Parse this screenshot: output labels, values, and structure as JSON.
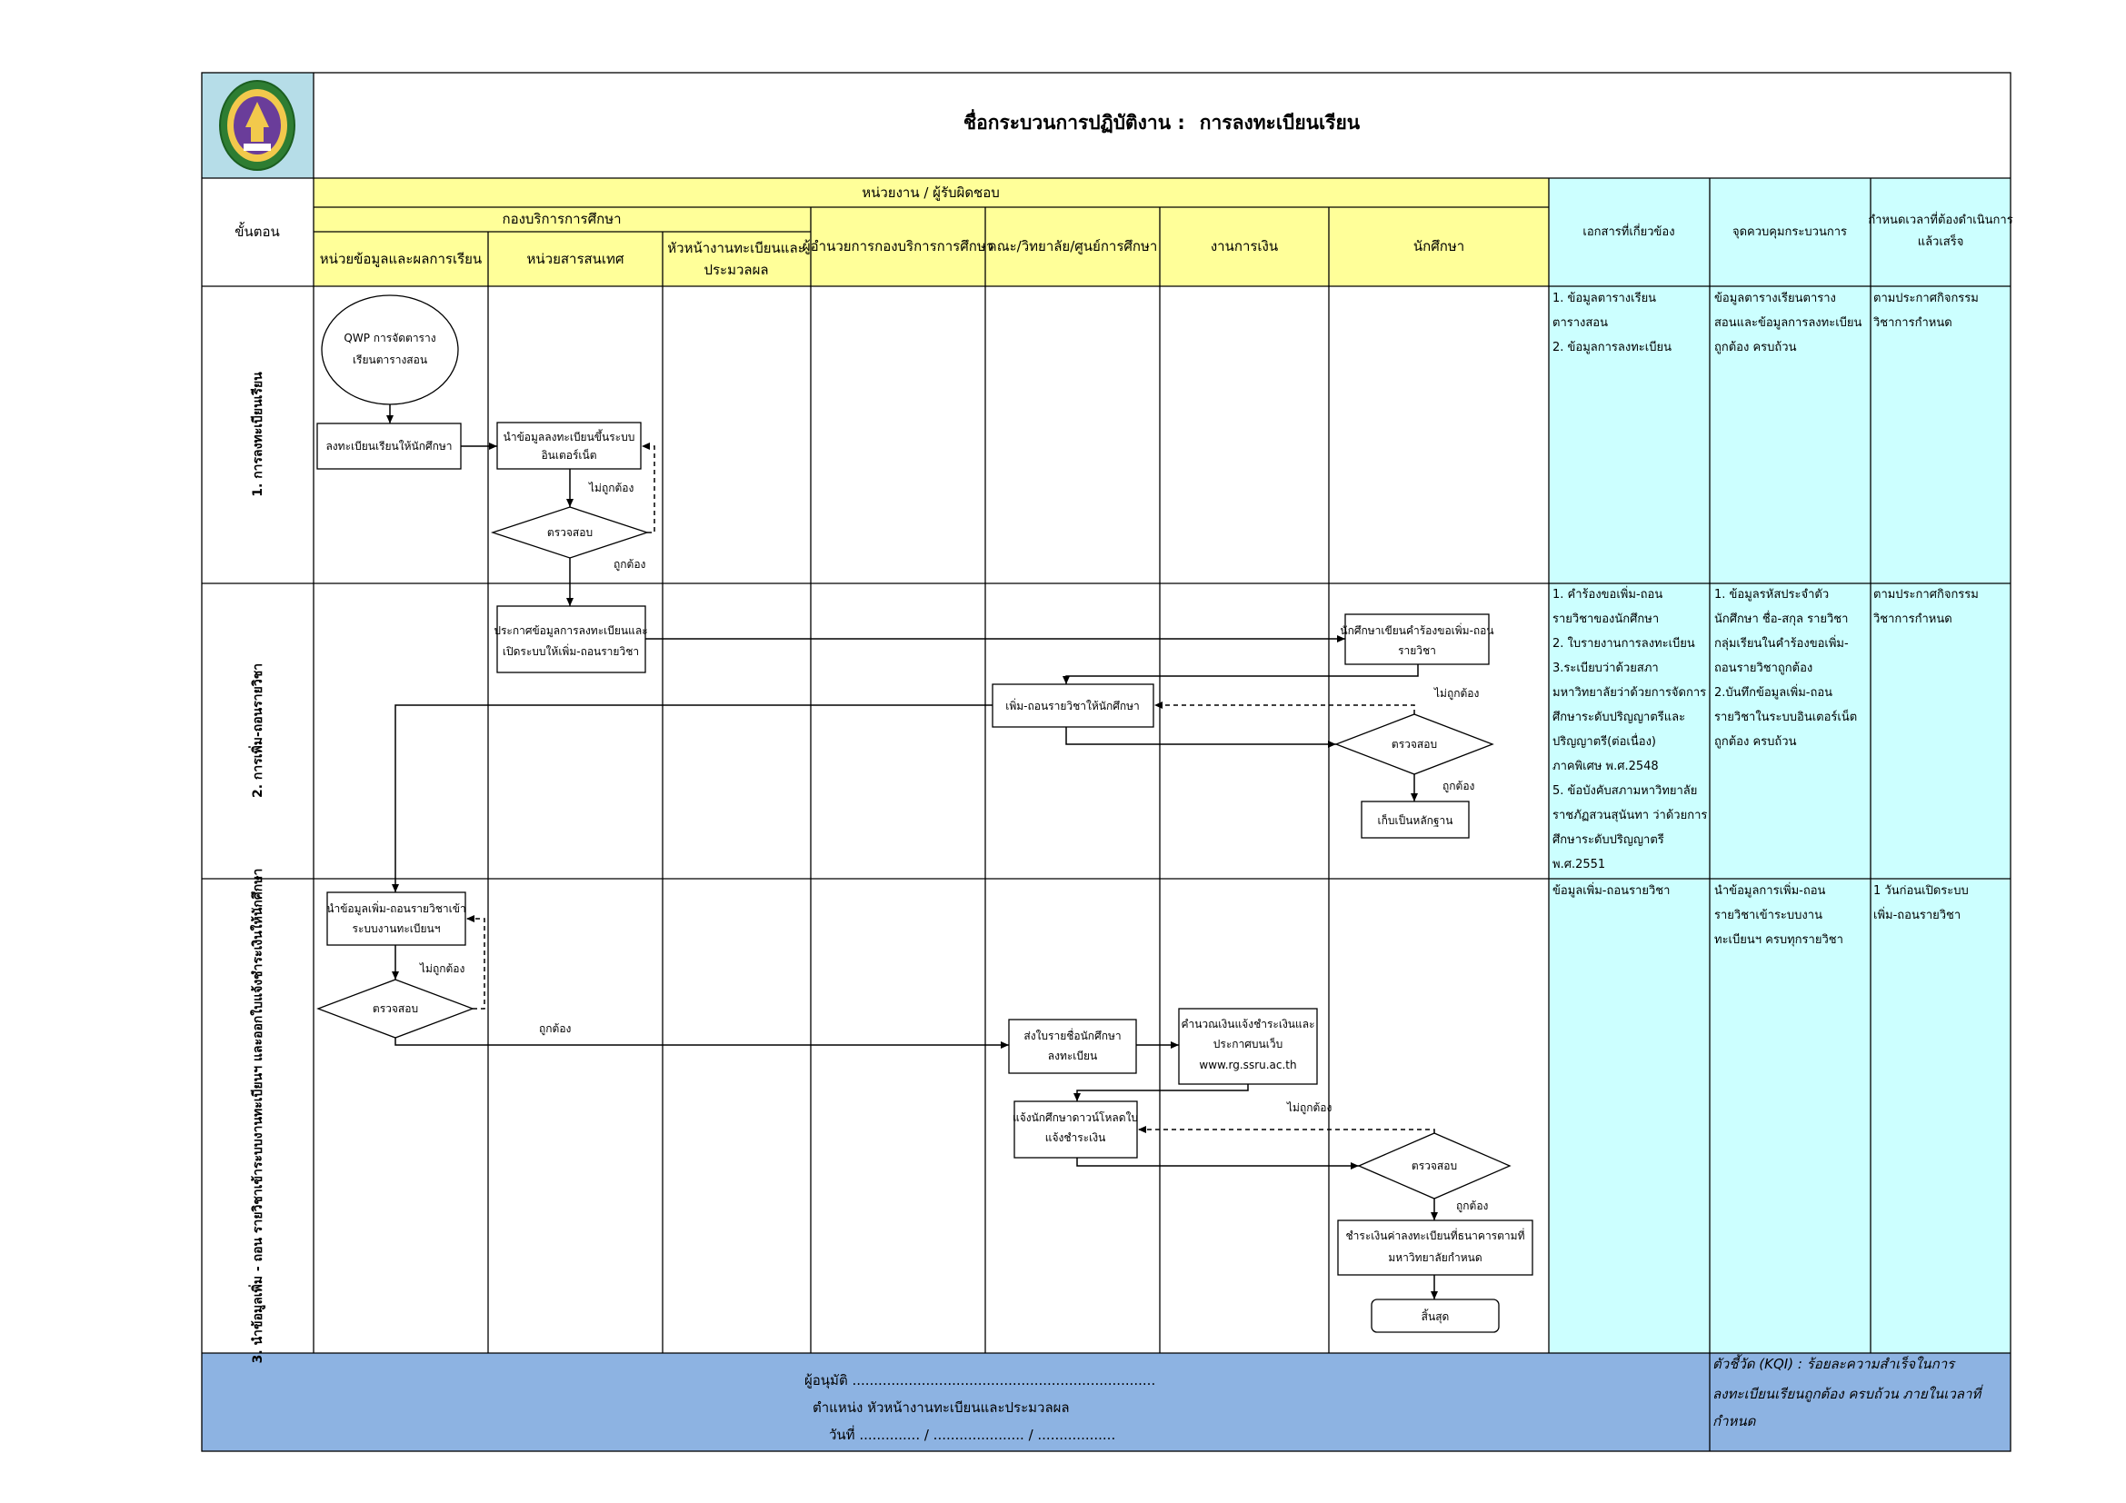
{
  "header": {
    "title_label": "ชื่อกระบวนการปฏิบัติงาน :",
    "title_value": "การลงทะเบียนเรียน",
    "responsible": "หน่วยงาน / ผู้รับผิดชอบ",
    "division": "กองบริการการศึกษา",
    "step_col": "ขั้นตอน",
    "lanes": {
      "academic_records": "หน่วยข้อมูลและผลการเรียน",
      "information": "หน่วยสารสนเทศ",
      "registrar_head": [
        "หัวหน้างานทะเบียนและ",
        "ประมวลผล"
      ],
      "director": "ผู้อำนวยการกองบริการการศึกษา",
      "faculty": "คณะ/วิทยาลัย/ศูนย์การศึกษา",
      "finance": "งานการเงิน",
      "student": "นักศึกษา"
    },
    "documents": "เอกสารที่เกี่ยวข้อง",
    "control": "จุดควบคุมกระบวนการ",
    "deadline": [
      "กำหนดเวลาที่ต้องดำเนินการ",
      "แล้วเสร็จ"
    ]
  },
  "steps": [
    {
      "label": "1. การลงทะเบียนเรียน",
      "documents": [
        "1. ข้อมูลตารางเรียน",
        "ตารางสอน",
        "2. ข้อมูลการลงทะเบียน"
      ],
      "control": [
        "ข้อมูลตารางเรียนตาราง",
        "สอนและข้อมูลการลงทะเบียน",
        "ถูกต้อง ครบถ้วน"
      ],
      "deadline": [
        "ตามประกาศกิจกรรม",
        "วิชาการกำหนด"
      ]
    },
    {
      "label": "2. การเพิ่ม-ถอนรายวิชา",
      "documents": [
        "1. คำร้องขอเพิ่ม-ถอน",
        "รายวิชาของนักศึกษา",
        "2. ใบรายงานการลงทะเบียน",
        "3.ระเบียบว่าด้วยสภา",
        "มหาวิทยาลัยว่าด้วยการจัดการ",
        "ศึกษาระดับปริญญาตรีและ",
        "ปริญญาตรี(ต่อเนื่อง)",
        "ภาคพิเศษ พ.ศ.2548",
        "5. ข้อบังคับสภามหาวิทยาลัย",
        "ราชภัฏสวนสุนันทา ว่าด้วยการ",
        "ศึกษาระดับปริญญาตรี",
        "พ.ศ.2551"
      ],
      "control": [
        "1. ข้อมูลรหัสประจำตัว",
        "นักศึกษา ชื่อ-สกุล รายวิชา",
        "กลุ่มเรียนในคำร้องขอเพิ่ม-",
        "ถอนรายวิชาถูกต้อง",
        "2.บันทึกข้อมูลเพิ่ม-ถอน",
        "รายวิชาในระบบอินเตอร์เน็ต",
        "ถูกต้อง ครบถ้วน"
      ],
      "deadline": [
        "ตามประกาศกิจกรรม",
        "วิชาการกำหนด"
      ]
    },
    {
      "label": "3. นำข้อมูลเพิ่ม - ถอน รายวิชาเข้าระบบงานทะเบียนฯ และออกใบแจ้งชำระเงินให้นักศึกษา",
      "documents": [
        "ข้อมูลเพิ่ม-ถอนรายวิชา"
      ],
      "control": [
        "นำข้อมูลการเพิ่ม-ถอน",
        "รายวิชาเข้าระบบงาน",
        "ทะเบียนฯ ครบทุกรายวิชา"
      ],
      "deadline": [
        "1 วันก่อนเปิดระบบ",
        "เพิ่ม-ถอนรายวิชา"
      ]
    }
  ],
  "flow": {
    "qwp": [
      "QWP การจัดตาราง",
      "เรียนตารางสอน"
    ],
    "register": "ลงทะเบียนเรียนให้นักศึกษา",
    "upload": [
      "นำข้อมูลลงทะเบียนขึ้นระบบ",
      "อินเตอร์เน็ต"
    ],
    "check": "ตรวจสอบ",
    "incorrect": "ไม่ถูกต้อง",
    "correct": "ถูกต้อง",
    "announce": [
      "ประกาศข้อมูลการลงทะเบียนและ",
      "เปิดระบบให้เพิ่ม-ถอนรายวิชา"
    ],
    "student_request": [
      "นักศึกษาเขียนคำร้องขอเพิ่ม-ถอน",
      "รายวิชา"
    ],
    "faculty_add_drop": "เพิ่ม-ถอนรายวิชาให้นักศึกษา",
    "keep_evidence": "เก็บเป็นหลักฐาน",
    "import": [
      "นำข้อมูลเพิ่ม-ถอนรายวิชาเข้า",
      "ระบบงานทะเบียนฯ"
    ],
    "send_list": [
      "ส่งใบรายชื่อนักศึกษา",
      "ลงทะเบียน"
    ],
    "calculate": [
      "คำนวณเงินแจ้งชำระเงินและ",
      "ประกาศบนเว็บ",
      "www.rg.ssru.ac.th"
    ],
    "notify": [
      "แจ้งนักศึกษาดาวน์โหลดใบ",
      "แจ้งชำระเงิน"
    ],
    "pay": [
      "ชำระเงินค่าลงทะเบียนที่ธนาคารตามที่",
      "มหาวิทยาลัยกำหนด"
    ],
    "end": "สิ้นสุด"
  },
  "footer": {
    "approver": "ผู้อนุมัติ ......................................................................",
    "position": "ตำแหน่ง  หัวหน้างานทะเบียนและประมวลผล",
    "date": "วันที่ .............. / ..................... / ..................",
    "kqi": [
      "ตัวชี้วัด (KQI) : ร้อยละความสำเร็จในการ",
      "ลงทะเบียนเรียนถูกต้อง ครบถ้วน ภายในเวลาที่",
      "กำหนด"
    ]
  },
  "colors": {
    "header_yellow": "#ffff99",
    "info_cyan": "#ccffff",
    "logo_cell": "#b6dde8",
    "footer_blue": "#8db3e2"
  }
}
